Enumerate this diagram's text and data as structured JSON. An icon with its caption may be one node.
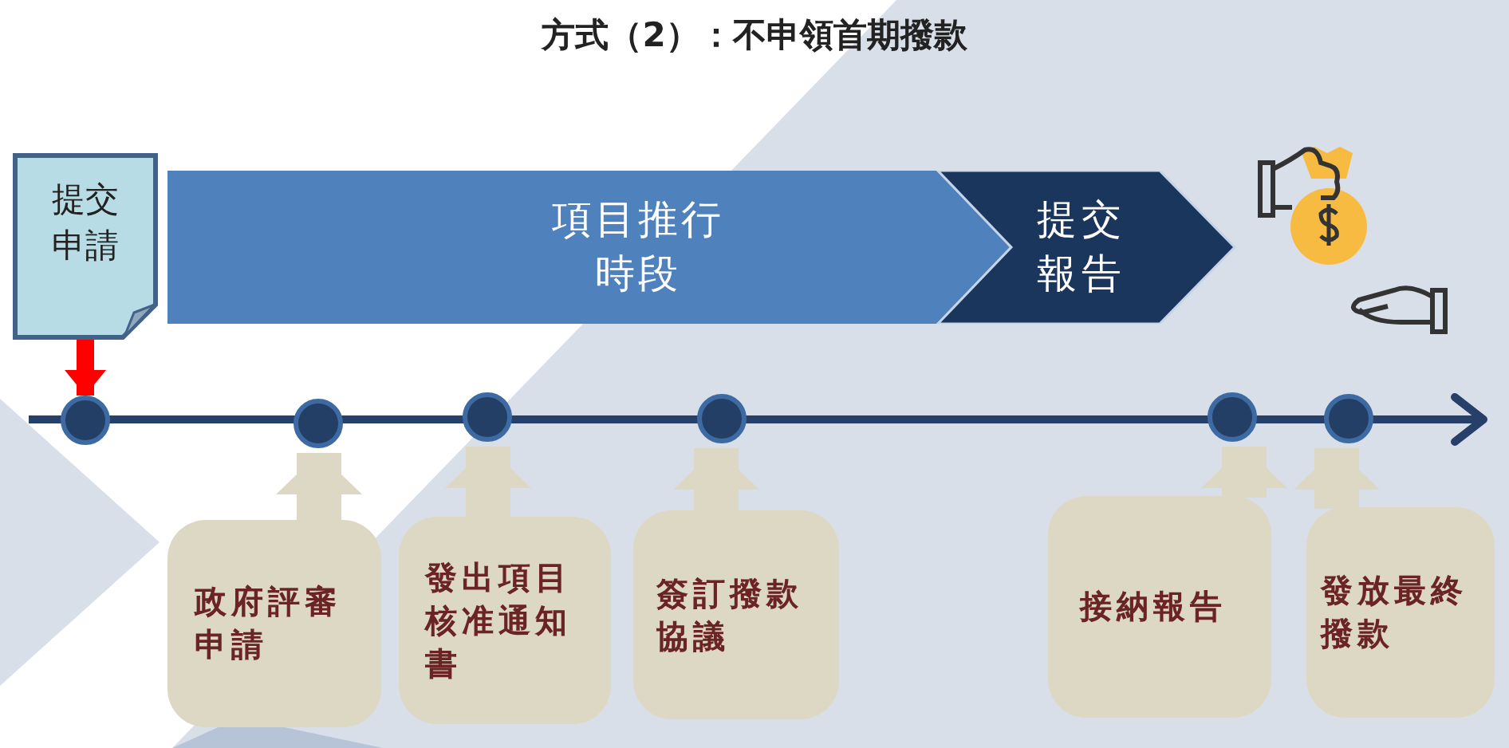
{
  "diagram": {
    "title": "方式（2）：不申領首期撥款",
    "nodes": [
      {
        "text": [
          "提交申請"
        ]
      },
      {
        "text": [
          "項目推行時段"
        ]
      },
      {
        "text": [
          "提交報告"
        ]
      },
      {
        "text": [],
        "shape": "circle"
      },
      {
        "text": [],
        "shape": "circle"
      },
      {
        "text": [],
        "shape": "circle"
      },
      {
        "text": [],
        "shape": "circle"
      },
      {
        "text": [],
        "shape": "circle"
      },
      {
        "text": [],
        "shape": "circle"
      },
      {
        "text": [
          "政府評審申請"
        ]
      },
      {
        "text": [
          "發出項目核准通知書"
        ]
      },
      {
        "text": [
          "簽訂撥款協議"
        ]
      },
      {
        "text": [
          "接納報告"
        ]
      },
      {
        "text": [
          "發放最終撥款"
        ]
      }
    ],
    "edges": [
      {
        "from": 0,
        "to": 3,
        "arrow": "to",
        "color": "#ff0000"
      },
      {
        "from": 9,
        "to": 4,
        "arrow": "to"
      },
      {
        "from": 10,
        "to": 5,
        "arrow": "to"
      },
      {
        "from": 11,
        "to": 6,
        "arrow": "to"
      },
      {
        "from": 12,
        "to": 7,
        "arrow": "to"
      },
      {
        "from": 13,
        "to": 8,
        "arrow": "to"
      }
    ]
  }
}
